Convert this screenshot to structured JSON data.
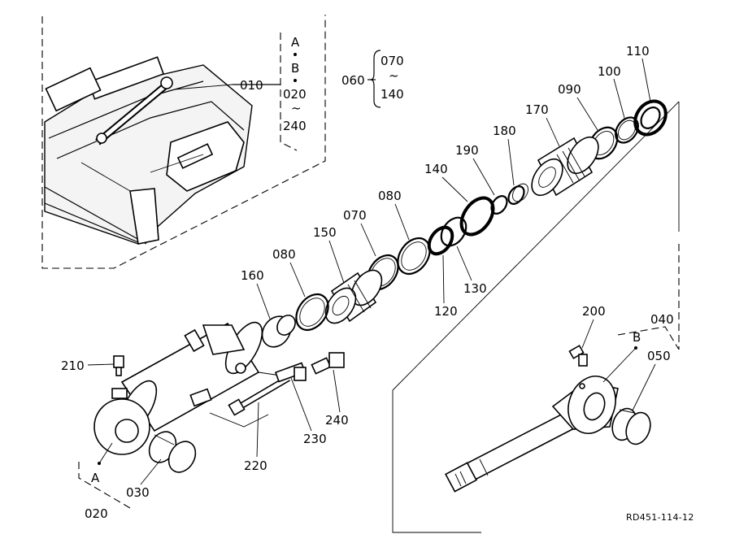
{
  "callouts": {
    "p010": "010",
    "p020": "020",
    "p030": "030",
    "p040": "040",
    "p050": "050",
    "p060": "060",
    "p070": "070",
    "p080a": "080",
    "p080b": "080",
    "p090": "090",
    "p100": "100",
    "p110": "110",
    "p120": "120",
    "p130": "130",
    "p140": "140",
    "p150": "150",
    "p160": "160",
    "p170": "170",
    "p180": "180",
    "p190": "190",
    "p200": "200",
    "p210": "210",
    "p220": "220",
    "p230": "230",
    "p240": "240"
  },
  "group_010": {
    "a": "A",
    "b": "B",
    "from": "020",
    "tilde": "~",
    "to": "240"
  },
  "group_060": {
    "from": "070",
    "tilde": "~",
    "to": "140"
  },
  "ref_a": "A",
  "ref_b": "B",
  "drawing_code": "RD451-114-12"
}
